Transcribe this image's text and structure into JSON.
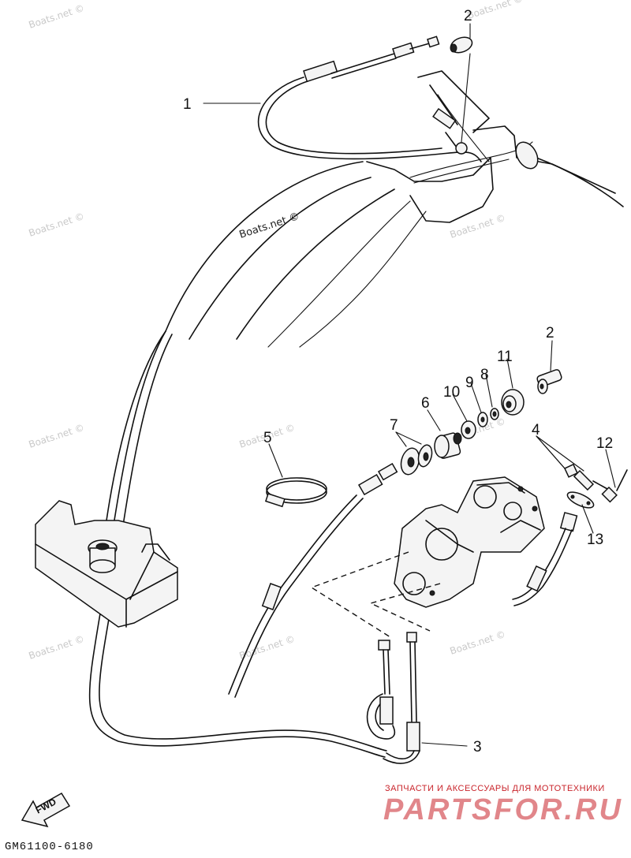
{
  "callouts": {
    "n1": "1",
    "n2a": "2",
    "n2b": "2",
    "n3": "3",
    "n4": "4",
    "n5": "5",
    "n6": "6",
    "n7": "7",
    "n8": "8",
    "n9": "9",
    "n10": "10",
    "n11": "11",
    "n12": "12",
    "n13": "13"
  },
  "watermark": "Boats.net ©",
  "fwd_label": "FWD",
  "diagram_code": "GM61100-6180",
  "brand": {
    "tagline": "ЗАПЧАСТИ И АКСЕССУАРЫ ДЛЯ МОТОТЕХНИКИ",
    "logo": "PARTSFOR.RU",
    "color": "#c9252c"
  }
}
